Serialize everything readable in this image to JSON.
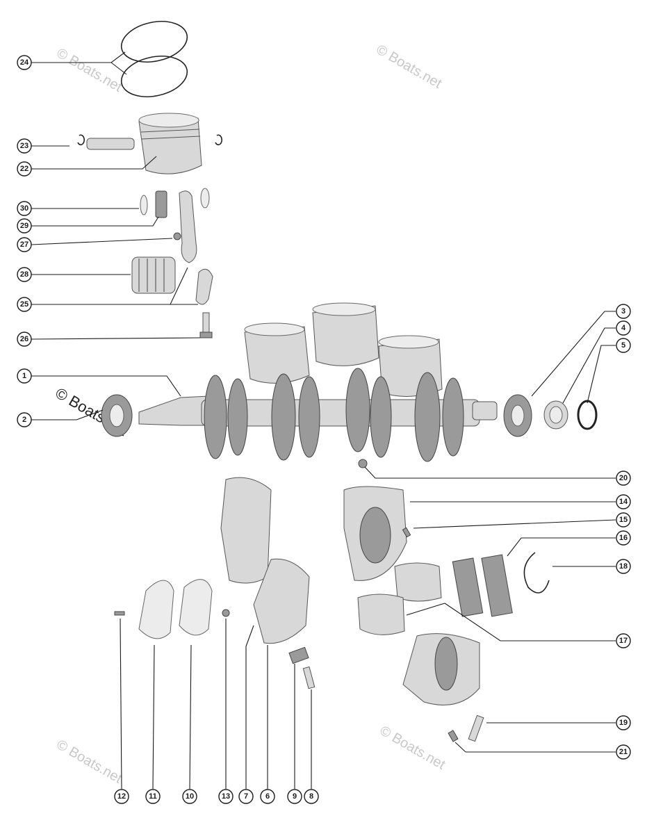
{
  "watermarks": {
    "top_left": "© Boats.net",
    "top_right": "© Boats.net",
    "middle_left": "© Boats.net",
    "bottom_left": "© Boats.net",
    "bottom_right": "© Boats.net"
  },
  "callouts": {
    "c1": "1",
    "c2": "2",
    "c3": "3",
    "c4": "4",
    "c5": "5",
    "c6": "6",
    "c7": "7",
    "c8": "8",
    "c9": "9",
    "c10": "10",
    "c11": "11",
    "c12": "12",
    "c13": "13",
    "c14": "14",
    "c15": "15",
    "c16": "16",
    "c17": "17",
    "c18": "18",
    "c19": "19",
    "c20": "20",
    "c21": "21",
    "c22": "22",
    "c23": "23",
    "c24": "24",
    "c25": "25",
    "c26": "26",
    "c27": "27",
    "c28": "28",
    "c29": "29",
    "c30": "30"
  }
}
